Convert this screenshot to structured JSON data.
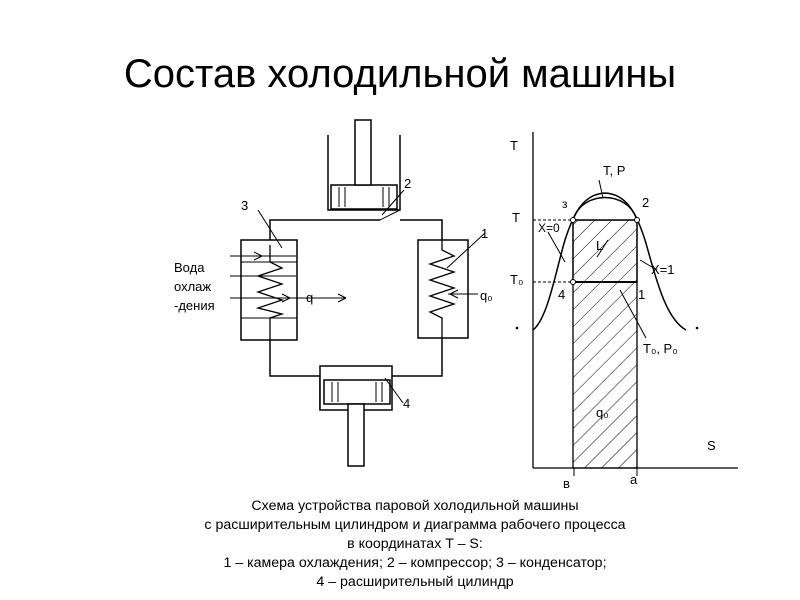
{
  "slide": {
    "title": "Состав холодильной машины"
  },
  "machine": {
    "labels": {
      "compressor": "2",
      "condenser": "3",
      "evaporator": "1",
      "expander": "4"
    },
    "water_label_lines": [
      "Вода",
      "охлаж",
      "-дения"
    ],
    "q_label": "q",
    "q0_label": "q₀"
  },
  "ts_diagram": {
    "axis_T": "T",
    "axis_S": "S",
    "tick_T": "T",
    "tick_T0": "T₀",
    "point_labels": {
      "p3": "з",
      "p2": "2",
      "p4": "4",
      "p1": "1",
      "b": "в",
      "a": "а"
    },
    "annotations": {
      "tp": "T, P",
      "x0": "X=0",
      "x1": "X=1",
      "L": "L",
      "t0p0": "T₀, P₀",
      "q0": "q₀"
    }
  },
  "caption": {
    "lines": [
      "Схема устройства паровой холодильной машины",
      "с расширительным цилиндром и диаграмма рабочего процесса",
      "в координатах T – S:",
      "1 – камера охлаждения; 2 – компрессор; 3 – конденсатор;",
      "4 – расширительный цилиндр"
    ]
  }
}
